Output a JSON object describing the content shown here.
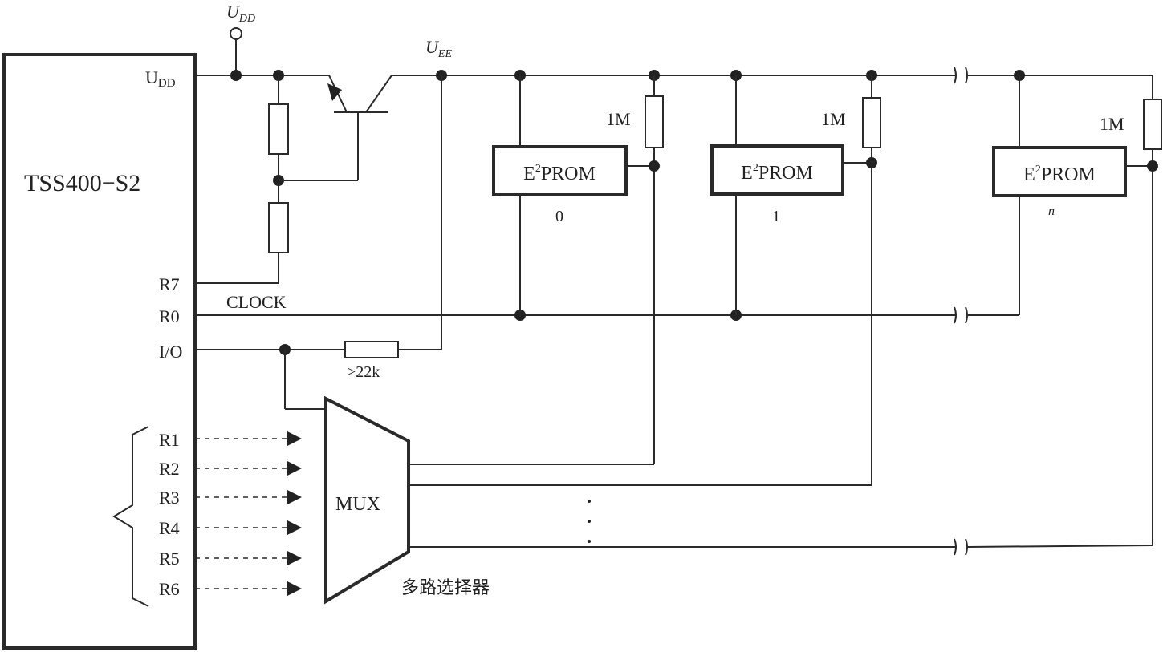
{
  "chip": {
    "label": "TSS400−S2"
  },
  "pins": {
    "udd": "U",
    "udd_sub": "DD",
    "r7": "R7",
    "r0": "R0",
    "io": "I/O",
    "r1": "R1",
    "r2": "R2",
    "r3": "R3",
    "r4": "R4",
    "r5": "R5",
    "r6": "R6"
  },
  "supply": {
    "udd": "U",
    "udd_sub": "DD",
    "uee": "U",
    "uee_sub": "EE"
  },
  "clock_label": "CLOCK",
  "io_resistor": ">22k",
  "pullups": [
    "1M",
    "1M",
    "1M"
  ],
  "eeproms": [
    {
      "label_main": "E",
      "label_sup": "2",
      "label_rest": "PROM",
      "index": "0"
    },
    {
      "label_main": "E",
      "label_sup": "2",
      "label_rest": "PROM",
      "index": "1"
    },
    {
      "label_main": "E",
      "label_sup": "2",
      "label_rest": "PROM",
      "index": "n"
    }
  ],
  "mux": {
    "label": "MUX",
    "caption": "多路选择器"
  }
}
